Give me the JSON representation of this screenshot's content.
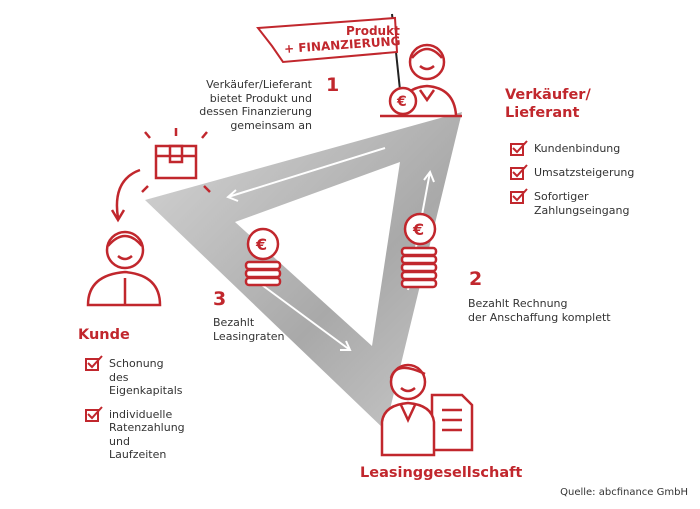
{
  "flag": {
    "line1": "Produkt",
    "line2": "+ FINANZIERUNG"
  },
  "step1": {
    "number": "1",
    "text": [
      "Verkäufer/Lieferant",
      "bietet Produkt und",
      "dessen Finanzierung",
      "gemeinsam an"
    ]
  },
  "step2": {
    "number": "2",
    "text": [
      "Bezahlt Rechnung",
      "der Anschaffung komplett"
    ]
  },
  "step3": {
    "number": "3",
    "text": [
      "Bezahlt",
      "Leasingraten"
    ]
  },
  "seller": {
    "title": [
      "Verkäufer/",
      "Lieferant"
    ],
    "benefits": [
      "Kundenbindung",
      "Umsatzsteigerung",
      "Sofortiger Zahlungseingang"
    ]
  },
  "customer": {
    "title": "Kunde",
    "benefits": [
      "Schonung des Eigenkapitals",
      "individuelle Ratenzahlung und Laufzeiten"
    ]
  },
  "leasing": {
    "title": "Leasinggesellschaft"
  },
  "source": "Quelle: abcfinance GmbH",
  "colors": {
    "accent": "#c1272d",
    "band": "#b5b5b5"
  }
}
